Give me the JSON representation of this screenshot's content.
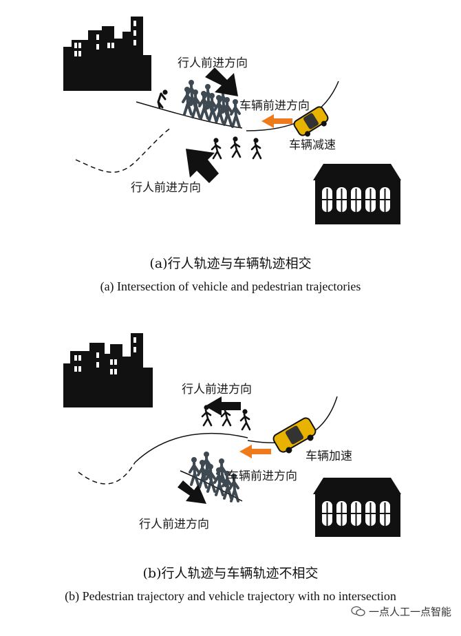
{
  "panel_a": {
    "label_pedestrian_top": "行人前进方向",
    "label_vehicle": "车辆前进方向",
    "label_vehicle_action": "车辆减速",
    "label_pedestrian_bottom": "行人前进方向",
    "caption_cn": "(a)行人轨迹与车辆轨迹相交",
    "caption_en": "(a) Intersection of vehicle and pedestrian trajectories"
  },
  "panel_b": {
    "label_pedestrian_top": "行人前进方向",
    "label_vehicle": "车辆前进方向",
    "label_vehicle_action": "车辆加速",
    "label_pedestrian_bottom": "行人前进方向",
    "caption_cn": "(b)行人轨迹与车辆轨迹不相交",
    "caption_en": "(b) Pedestrian trajectory and vehicle trajectory with no intersection"
  },
  "watermark": "一点人工一点智能",
  "colors": {
    "building": "#111111",
    "car_body": "#e8b200",
    "arrow_orange": "#ee7a1c",
    "crowd": "#3a4a55"
  }
}
